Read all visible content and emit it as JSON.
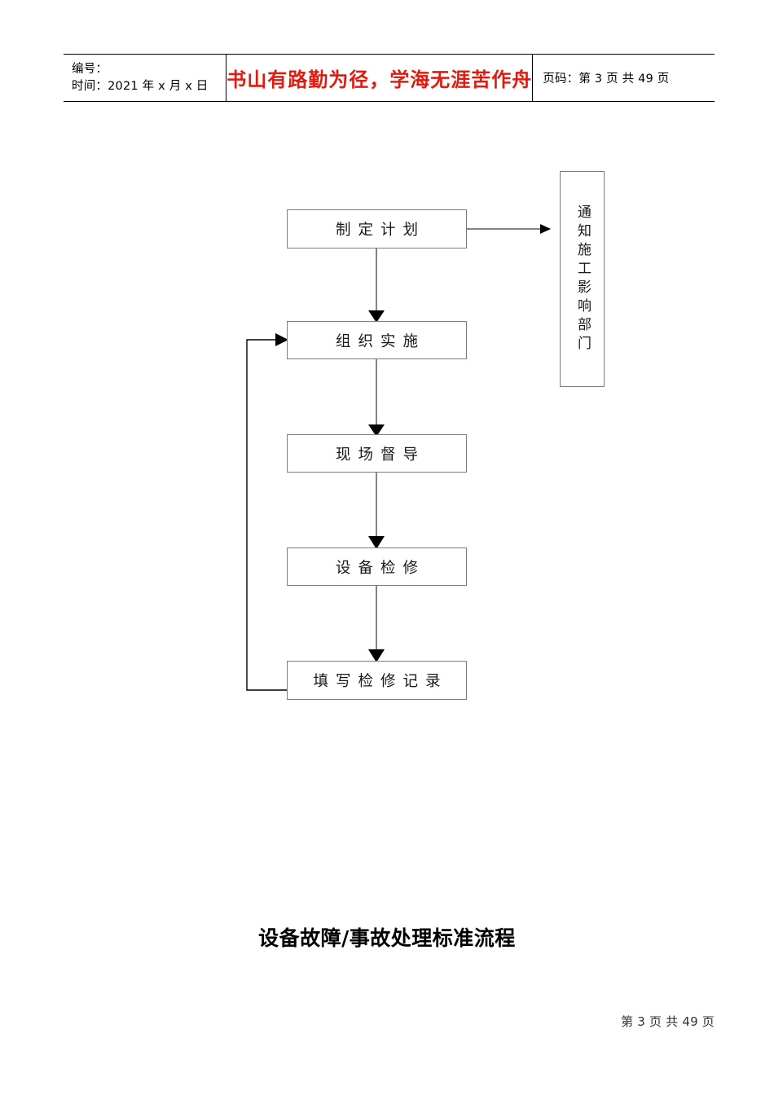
{
  "header": {
    "doc_no_label": "编号：",
    "date_label": "时间：2021 年 x 月 x 日",
    "slogan": "书山有路勤为径，学海无涯苦作舟",
    "slogan_color": "#e01b10",
    "page_label": "页码：第 3 页 共 49 页"
  },
  "flowchart": {
    "nodes": [
      {
        "id": "plan",
        "label": "制定计划"
      },
      {
        "id": "organize",
        "label": "组织实施"
      },
      {
        "id": "supervise",
        "label": "现场督导"
      },
      {
        "id": "repair",
        "label": "设备检修"
      },
      {
        "id": "record",
        "label": "填写检修记录"
      }
    ],
    "side_node": {
      "id": "notify",
      "label": "通知施工影响部门"
    },
    "edges": [
      {
        "from": "plan",
        "to": "notify",
        "type": "arrow-right"
      },
      {
        "from": "plan",
        "to": "organize",
        "type": "arrow-down"
      },
      {
        "from": "organize",
        "to": "supervise",
        "type": "arrow-down"
      },
      {
        "from": "supervise",
        "to": "repair",
        "type": "arrow-down"
      },
      {
        "from": "repair",
        "to": "record",
        "type": "arrow-down"
      },
      {
        "from": "record",
        "to": "organize",
        "type": "feedback-loop-left"
      }
    ]
  },
  "caption": "设备故障/事故处理标准流程",
  "footer": {
    "page_text": "第 3 页 共 49 页"
  }
}
